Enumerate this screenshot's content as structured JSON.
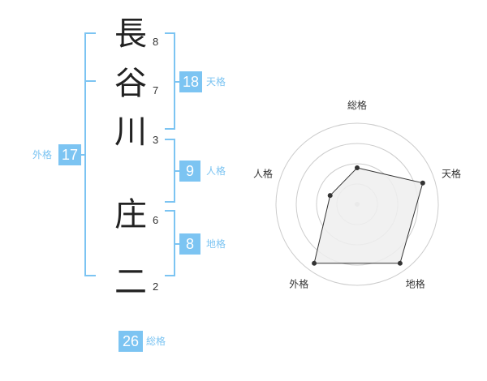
{
  "name": {
    "chars": [
      {
        "char": "長",
        "strokes": "8"
      },
      {
        "char": "谷",
        "strokes": "7"
      },
      {
        "char": "川",
        "strokes": "3"
      },
      {
        "char": "庄",
        "strokes": "6"
      },
      {
        "char": "二",
        "strokes": "2"
      }
    ]
  },
  "fortune": {
    "tenkaku": {
      "value": "18",
      "label": "天格"
    },
    "jinkaku": {
      "value": "9",
      "label": "人格"
    },
    "chikaku": {
      "value": "8",
      "label": "地格"
    },
    "gaikaku": {
      "value": "17",
      "label": "外格"
    },
    "soukaku": {
      "value": "26",
      "label": "総格"
    }
  },
  "colors": {
    "accent": "#7cc4f2",
    "grid": "#cccccc",
    "fill": "#eeeeee"
  },
  "chart_data": {
    "type": "radar",
    "axes": [
      "総格",
      "天格",
      "地格",
      "外格",
      "人格"
    ],
    "values": [
      0.45,
      0.85,
      0.9,
      0.9,
      0.35
    ],
    "max": 1,
    "rings": 4
  }
}
